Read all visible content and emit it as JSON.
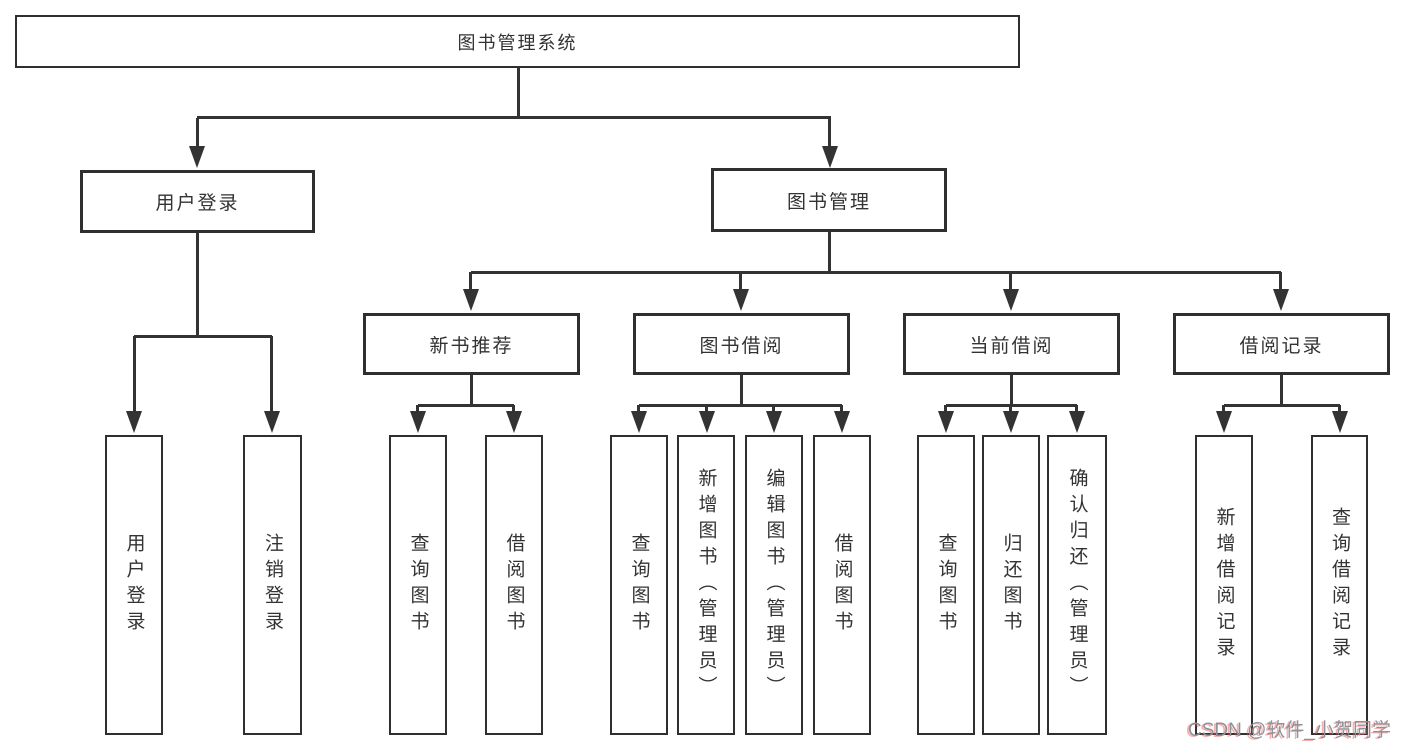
{
  "tree": {
    "root": "图书管理系统",
    "user_login": "用户登录",
    "book_mgmt": "图书管理",
    "new_books": "新书推荐",
    "book_borrow": "图书借阅",
    "current_borrow": "当前借阅",
    "borrow_records": "借阅记录",
    "leaves": {
      "user": [
        "用户登录",
        "注销登录"
      ],
      "new_books": [
        "查询图书",
        "借阅图书"
      ],
      "book_borrow": [
        "查询图书",
        "新增图书（管理员）",
        "编辑图书（管理员）",
        "借阅图书"
      ],
      "current_borrow": [
        "查询图书",
        "归还图书",
        "确认归还（管理员）"
      ],
      "borrow_records": [
        "新增借阅记录",
        "查询借阅记录"
      ]
    }
  },
  "watermark": "CSDN @软件_小贺同学",
  "colors": {
    "line": "#333333",
    "box_border": "#2f2f2f",
    "text": "#333333",
    "background": "#ffffff",
    "watermark": "#8f9399",
    "watermark_accent": "#e84e4e"
  }
}
